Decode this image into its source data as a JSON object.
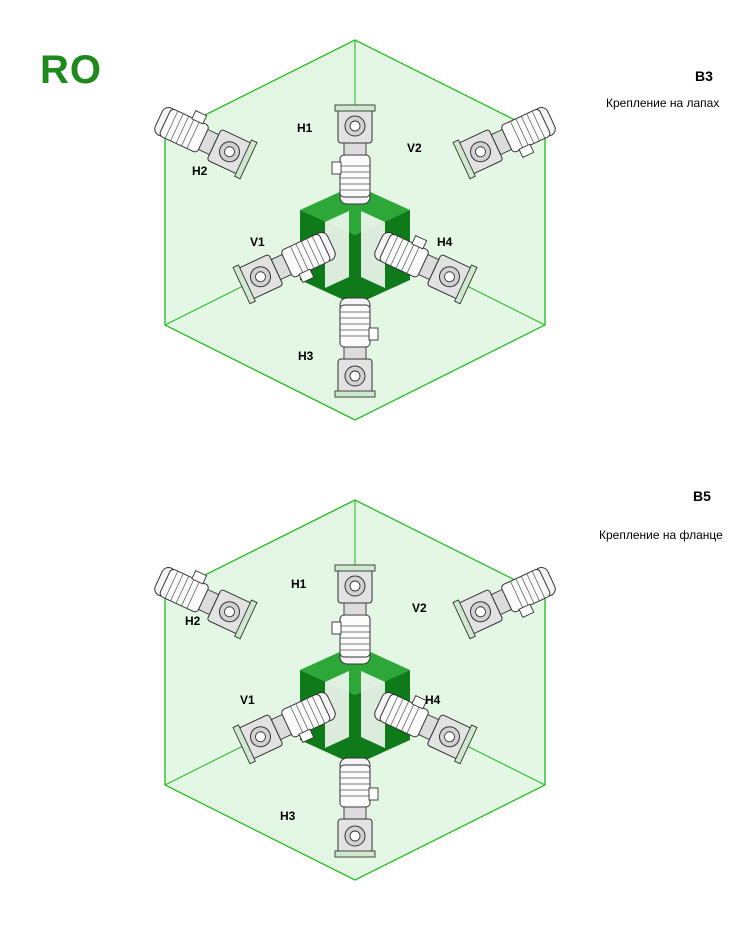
{
  "brand": {
    "text": "RO",
    "color": "#1e8a1e"
  },
  "colors": {
    "cube_fill": "#e4f7e4",
    "cube_edge": "#2bbf2b",
    "block_dark": "#0f7a1a",
    "block_light": "#2da838"
  },
  "sections": [
    {
      "code": "B3",
      "caption": "Крепление на лапах",
      "positions": [
        "H1",
        "H2",
        "H3",
        "H4",
        "V1",
        "V2"
      ]
    },
    {
      "code": "B5",
      "caption": "Крепление на фланце",
      "positions": [
        "H1",
        "H2",
        "H3",
        "H4",
        "V1",
        "V2"
      ]
    }
  ]
}
